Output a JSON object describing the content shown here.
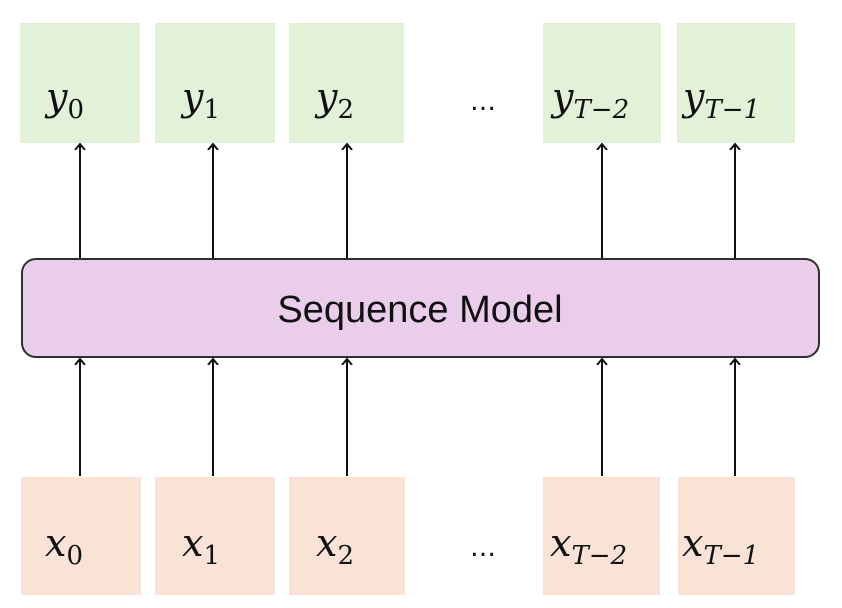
{
  "colors": {
    "output_fill": "#E3F1D9",
    "input_fill": "#F9E3D6",
    "model_fill": "#EACDEA",
    "model_stroke": "#2f2f2f",
    "arrow": "#111111"
  },
  "model": {
    "label": "Sequence Model"
  },
  "ellipsis": "…",
  "outputs": [
    {
      "base": "y",
      "sub": "0"
    },
    {
      "base": "y",
      "sub": "1"
    },
    {
      "base": "y",
      "sub": "2"
    },
    {
      "base": "y",
      "sub": "T−2"
    },
    {
      "base": "y",
      "sub": "T−1"
    }
  ],
  "inputs": [
    {
      "base": "x",
      "sub": "0"
    },
    {
      "base": "x",
      "sub": "1"
    },
    {
      "base": "x",
      "sub": "2"
    },
    {
      "base": "x",
      "sub": "T−2"
    },
    {
      "base": "x",
      "sub": "T−1"
    }
  ]
}
